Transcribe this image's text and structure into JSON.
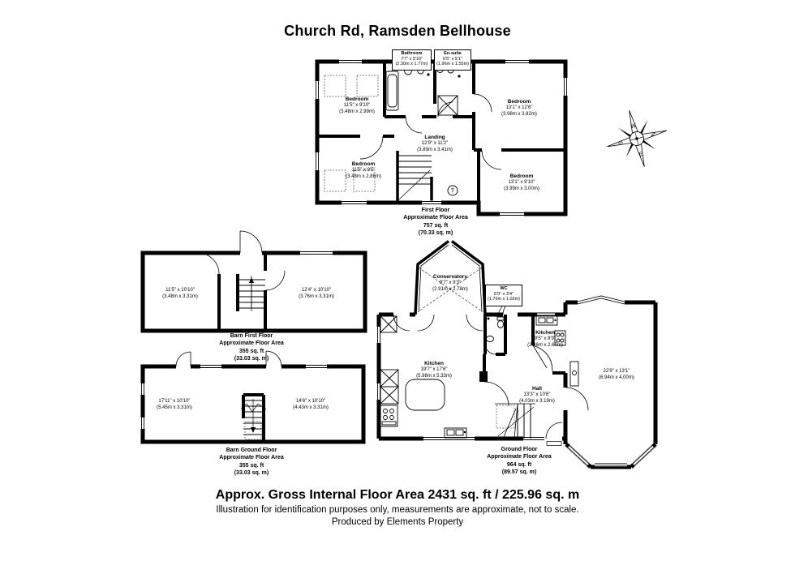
{
  "title": "Church Rd, Ramsden Bellhouse",
  "compass": {
    "n": "N",
    "s": "S",
    "e": "E",
    "w": "W"
  },
  "plans": {
    "first_floor": {
      "caption": {
        "l1": "First Floor",
        "l2": "Approximate Floor Area",
        "l3": "757 sq. ft",
        "l4": "(70.33 sq. m)"
      },
      "symbol_t": "T",
      "rooms": {
        "bathroom": {
          "name": "Bathroom",
          "ft": "7'7\" x 5'10\"",
          "m": "(2.30m x 1.77m)"
        },
        "ensuite": {
          "name": "En-suite",
          "ft": "6'5\" x 5'1\"",
          "m": "(1.96m x 1.55m)"
        },
        "bedroom_top_left": {
          "name": "Bedroom",
          "ft": "11'5\" x 9'10\"",
          "m": "(3.48m x 2.99m)"
        },
        "bedroom_top_right": {
          "name": "Bedroom",
          "ft": "13'1\" x 12'6\"",
          "m": "(3.98m x 3.82m)"
        },
        "landing": {
          "name": "Landing",
          "ft": "12'9\" x 11'2\"",
          "m": "(3.89m x 3.41m)"
        },
        "bedroom_bottom_left": {
          "name": "Bedroom",
          "ft": "11'5\" x 9'5\"",
          "m": "(3.48m x 2.88m)"
        },
        "bedroom_bottom_right": {
          "name": "Bedroom",
          "ft": "13'1\" x 9'10\"",
          "m": "(3.99m x 3.00m)"
        }
      }
    },
    "barn_first_floor": {
      "caption": {
        "l1": "Barn First Floor",
        "l2": "Approximate Floor Area",
        "l3": "355 sq. ft",
        "l4": "(33.03 sq. m)"
      },
      "rooms": {
        "room_left": {
          "ft": "11'5\" x 10'10\"",
          "m": "(3.48m x 3.31m)"
        },
        "room_right": {
          "ft": "12'4\" x 10'10\"",
          "m": "(3.76m x 3.31m)"
        }
      }
    },
    "barn_ground_floor": {
      "caption": {
        "l1": "Barn Ground Floor",
        "l2": "Approximate Floor Area",
        "l3": "355 sq. ft",
        "l4": "(33.03 sq. m)"
      },
      "rooms": {
        "room_left": {
          "ft": "17'11\" x 10'10\"",
          "m": "(5.45m x 3.31m)"
        },
        "room_right": {
          "ft": "14'6\" x 10'10\"",
          "m": "(4.43m x 3.31m)"
        }
      }
    },
    "ground_floor": {
      "caption": {
        "l1": "Ground Floor",
        "l2": "Approximate Floor Area",
        "l3": "964 sq. ft",
        "l4": "(89.57 sq. m)"
      },
      "rooms": {
        "conservatory": {
          "name": "Conservatory",
          "ft": "9'7\" x 9'3\"",
          "m": "(2.91m x 2.78m)"
        },
        "wc": {
          "name": "WC",
          "ft": "5'9\" x 3'4\"",
          "m": "(1.76m x 1.02m)"
        },
        "kitchen": {
          "name": "Kitchen",
          "ft": "19'7\" x 17'6\"",
          "m": "(5.98m x 5.33m)"
        },
        "kitchen_small": {
          "name": "Kitchen",
          "ft": "9'5\" x 8'9\"",
          "m": "(2.86m x 2.67m)"
        },
        "hall": {
          "name": "Hall",
          "ft": "13'3\" x 10'6\"",
          "m": "(4.03m x 3.19m)"
        },
        "reception": {
          "ft": "22'9\" x 13'1\"",
          "m": "(6.94m x 4.00m)"
        }
      }
    }
  },
  "footer": {
    "area_summary": "Approx. Gross Internal Floor Area 2431 sq. ft / 225.96 sq. m",
    "disclaimer": "Illustration for identification purposes only, measurements are approximate, not to scale.",
    "credit": "Produced by Elements Property"
  }
}
